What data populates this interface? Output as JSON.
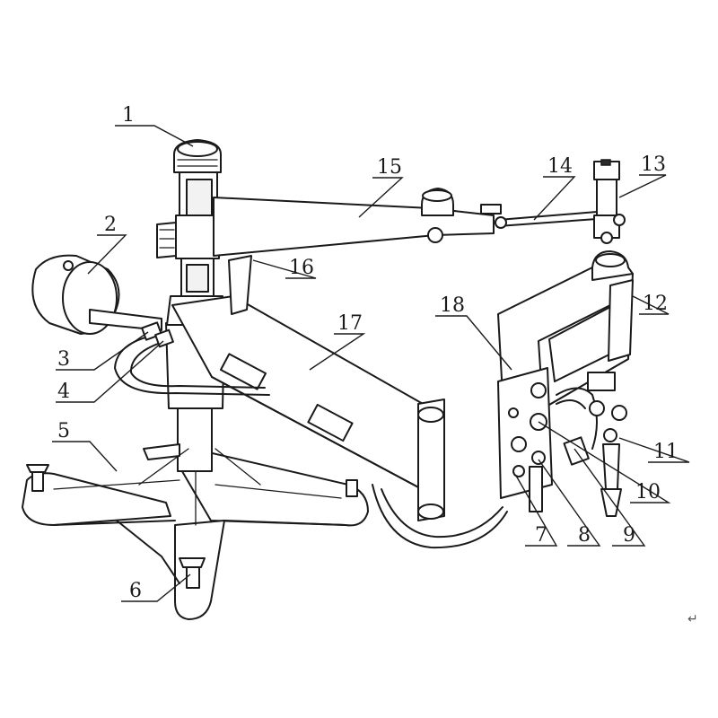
{
  "diagram": {
    "callouts": [
      {
        "id": "1",
        "label": "1"
      },
      {
        "id": "2",
        "label": "2"
      },
      {
        "id": "3",
        "label": "3"
      },
      {
        "id": "4",
        "label": "4"
      },
      {
        "id": "5",
        "label": "5"
      },
      {
        "id": "6",
        "label": "6"
      },
      {
        "id": "7",
        "label": "7"
      },
      {
        "id": "8",
        "label": "8"
      },
      {
        "id": "9",
        "label": "9"
      },
      {
        "id": "10",
        "label": "10"
      },
      {
        "id": "11",
        "label": "11"
      },
      {
        "id": "12",
        "label": "12"
      },
      {
        "id": "13",
        "label": "13"
      },
      {
        "id": "14",
        "label": "14"
      },
      {
        "id": "15",
        "label": "15"
      },
      {
        "id": "16",
        "label": "16"
      },
      {
        "id": "17",
        "label": "17"
      },
      {
        "id": "18",
        "label": "18"
      }
    ],
    "return_mark": "↵"
  },
  "colors": {
    "line": "#1a1a1a",
    "background": "#ffffff"
  }
}
